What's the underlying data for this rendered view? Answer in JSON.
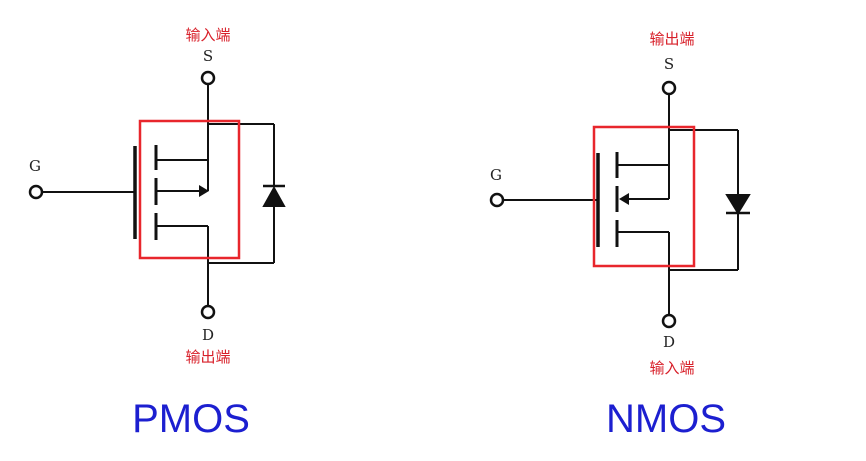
{
  "pmos": {
    "title": "PMOS",
    "gate_label": "G",
    "source_label": "S",
    "drain_label": "D",
    "top_terminal_label": "输入端",
    "bottom_terminal_label": "输出端"
  },
  "nmos": {
    "title": "NMOS",
    "gate_label": "G",
    "source_label": "S",
    "drain_label": "D",
    "top_terminal_label": "输出端",
    "bottom_terminal_label": "输入端"
  },
  "colors": {
    "wire": "#111111",
    "highlight_box": "#e8262c",
    "title": "#1c1fd0",
    "terminal_label": "#d8202a"
  }
}
